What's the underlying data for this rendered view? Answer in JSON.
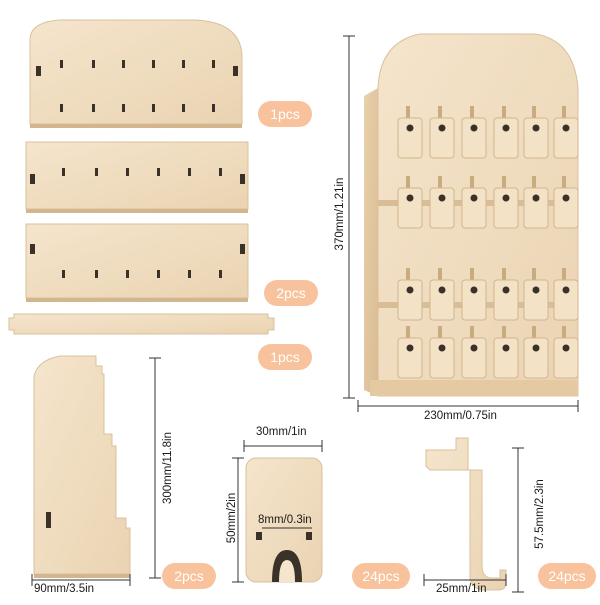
{
  "badges": {
    "back_panel": "1pcs",
    "middle_panels": "2pcs",
    "base_strip": "1pcs",
    "side_panels": "2pcs",
    "tags": "24pcs",
    "hooks": "24pcs"
  },
  "dimensions": {
    "stand_height": "370mm/1.21in",
    "stand_width": "230mm/0.75in",
    "side_height": "300mm/11.8in",
    "side_width": "90mm/3.5in",
    "tag_width": "30mm/1in",
    "tag_height": "50mm/2in",
    "tag_hole": "8mm/0.3in",
    "hook_height": "57.5mm/2.3in",
    "hook_width": "25mm/1in"
  },
  "colors": {
    "wood": "#f0dcc0",
    "wood_edge": "#d9c09c",
    "badge": "#f7c29c"
  }
}
